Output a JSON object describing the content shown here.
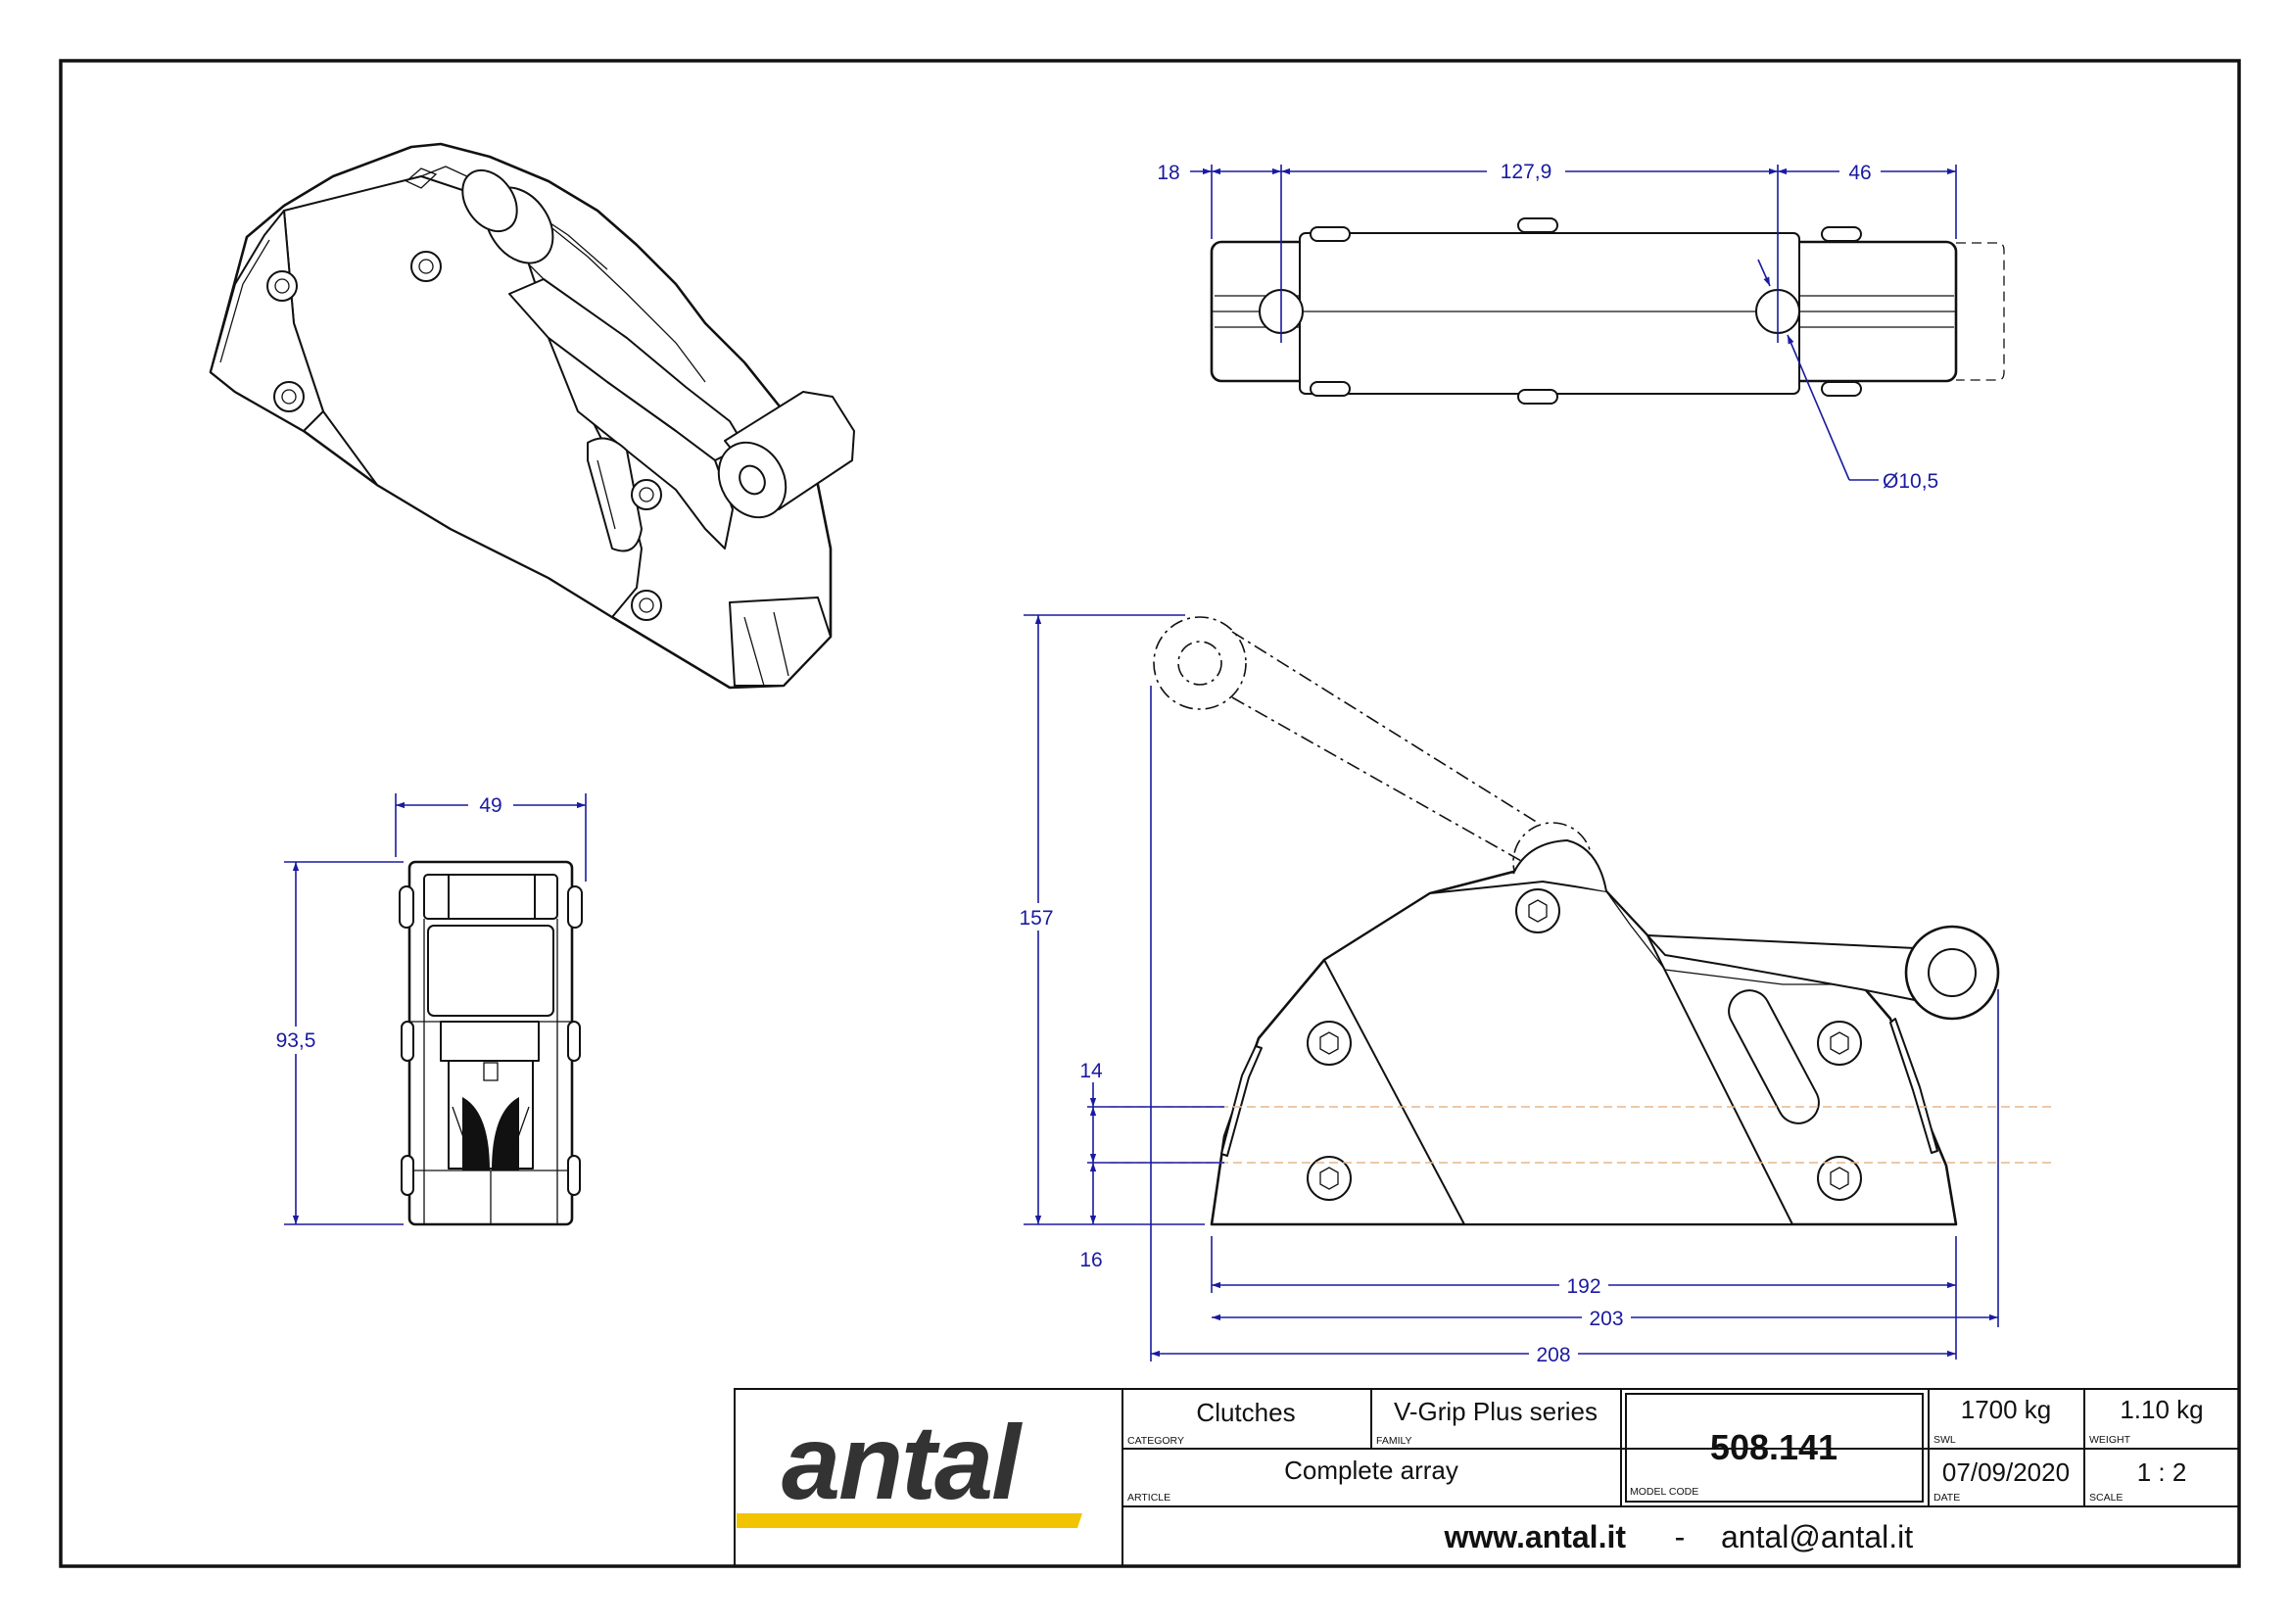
{
  "drawing": {
    "dimensions": {
      "top_left": "18",
      "top_mid": "127,9",
      "top_right": "46",
      "hole_dia": "Ø10,5",
      "side_width": "49",
      "side_height": "93,5",
      "front_height": "157",
      "front_upper": "14",
      "front_lower": "16",
      "base_192": "192",
      "base_203": "203",
      "base_208": "208"
    }
  },
  "title_block": {
    "logo_text": "antal",
    "logo_bar_color": "#f2c400",
    "category": {
      "value": "Clutches",
      "caption": "CATEGORY"
    },
    "family": {
      "value": "V-Grip Plus series",
      "caption": "FAMILY"
    },
    "article": {
      "value": "Complete array",
      "caption": "ARTICLE"
    },
    "model_code": {
      "value": "508.141",
      "caption": "MODEL CODE"
    },
    "swl": {
      "value": "1700 kg",
      "caption": "SWL"
    },
    "weight": {
      "value": "1.10 kg",
      "caption": "WEIGHT"
    },
    "date": {
      "value": "07/09/2020",
      "caption": "DATE"
    },
    "scale": {
      "value": "1 : 2",
      "caption": "SCALE"
    },
    "website": "www.antal.it",
    "separator": "-",
    "email": "antal@antal.it"
  },
  "colors": {
    "dimension": "#1a1aa0",
    "line": "#111111",
    "guide": "#e3b98a"
  }
}
